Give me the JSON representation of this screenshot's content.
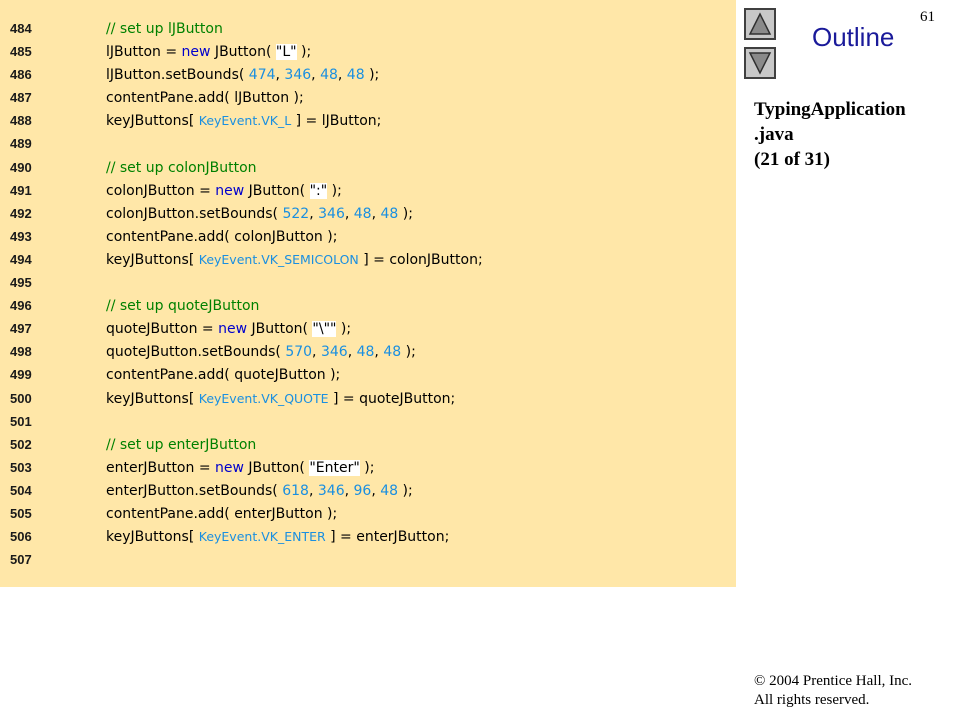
{
  "slide": {
    "number": "61",
    "outline_label": "Outline",
    "file_info": {
      "name": "TypingApplication",
      "ext": ".java",
      "part": "(21 of 31)"
    },
    "copyright": {
      "line1": "© 2004 Prentice Hall, Inc.",
      "line2": "All rights reserved."
    },
    "nav": {
      "up_icon": "triangle-up-icon",
      "down_icon": "triangle-down-icon"
    }
  },
  "code": {
    "lines": [
      {
        "n": "484",
        "tokens": [
          {
            "t": "// set up lJButton",
            "c": "cmt"
          }
        ]
      },
      {
        "n": "485",
        "tokens": [
          {
            "t": "lJButton = ",
            "c": ""
          },
          {
            "t": "new",
            "c": "kw"
          },
          {
            "t": " JButton( ",
            "c": ""
          },
          {
            "t": "\"L\"",
            "c": "str"
          },
          {
            "t": " );",
            "c": ""
          }
        ]
      },
      {
        "n": "486",
        "tokens": [
          {
            "t": "lJButton.setBounds( ",
            "c": ""
          },
          {
            "t": "474",
            "c": "num"
          },
          {
            "t": ", ",
            "c": ""
          },
          {
            "t": "346",
            "c": "num"
          },
          {
            "t": ", ",
            "c": ""
          },
          {
            "t": "48",
            "c": "num"
          },
          {
            "t": ", ",
            "c": ""
          },
          {
            "t": "48",
            "c": "num"
          },
          {
            "t": " );",
            "c": ""
          }
        ]
      },
      {
        "n": "487",
        "tokens": [
          {
            "t": "contentPane.add( lJButton );",
            "c": ""
          }
        ]
      },
      {
        "n": "488",
        "tokens": [
          {
            "t": "keyJButtons[ ",
            "c": ""
          },
          {
            "t": "KeyEvent.VK_L",
            "c": "key"
          },
          {
            "t": " ] = lJButton;",
            "c": ""
          }
        ]
      },
      {
        "n": "489",
        "tokens": []
      },
      {
        "n": "490",
        "tokens": [
          {
            "t": "// set up colonJButton",
            "c": "cmt"
          }
        ]
      },
      {
        "n": "491",
        "tokens": [
          {
            "t": "colonJButton = ",
            "c": ""
          },
          {
            "t": "new",
            "c": "kw"
          },
          {
            "t": " JButton( ",
            "c": ""
          },
          {
            "t": "\":\"",
            "c": "str"
          },
          {
            "t": " );",
            "c": ""
          }
        ]
      },
      {
        "n": "492",
        "tokens": [
          {
            "t": "colonJButton.setBounds( ",
            "c": ""
          },
          {
            "t": "522",
            "c": "num"
          },
          {
            "t": ", ",
            "c": ""
          },
          {
            "t": "346",
            "c": "num"
          },
          {
            "t": ", ",
            "c": ""
          },
          {
            "t": "48",
            "c": "num"
          },
          {
            "t": ", ",
            "c": ""
          },
          {
            "t": "48",
            "c": "num"
          },
          {
            "t": " );",
            "c": ""
          }
        ]
      },
      {
        "n": "493",
        "tokens": [
          {
            "t": "contentPane.add( colonJButton );",
            "c": ""
          }
        ]
      },
      {
        "n": "494",
        "tokens": [
          {
            "t": "keyJButtons[ ",
            "c": ""
          },
          {
            "t": "KeyEvent.VK_SEMICOLON",
            "c": "key"
          },
          {
            "t": " ] = colonJButton;",
            "c": ""
          }
        ]
      },
      {
        "n": "495",
        "tokens": []
      },
      {
        "n": "496",
        "tokens": [
          {
            "t": "// set up quoteJButton",
            "c": "cmt"
          }
        ]
      },
      {
        "n": "497",
        "tokens": [
          {
            "t": "quoteJButton = ",
            "c": ""
          },
          {
            "t": "new",
            "c": "kw"
          },
          {
            "t": " JButton( ",
            "c": ""
          },
          {
            "t": "\"\\\"\"",
            "c": "str"
          },
          {
            "t": " );",
            "c": ""
          }
        ]
      },
      {
        "n": "498",
        "tokens": [
          {
            "t": "quoteJButton.setBounds( ",
            "c": ""
          },
          {
            "t": "570",
            "c": "num"
          },
          {
            "t": ", ",
            "c": ""
          },
          {
            "t": "346",
            "c": "num"
          },
          {
            "t": ", ",
            "c": ""
          },
          {
            "t": "48",
            "c": "num"
          },
          {
            "t": ", ",
            "c": ""
          },
          {
            "t": "48",
            "c": "num"
          },
          {
            "t": " );",
            "c": ""
          }
        ]
      },
      {
        "n": "499",
        "tokens": [
          {
            "t": "contentPane.add( quoteJButton );",
            "c": ""
          }
        ]
      },
      {
        "n": "500",
        "tokens": [
          {
            "t": "keyJButtons[ ",
            "c": ""
          },
          {
            "t": "KeyEvent.VK_QUOTE",
            "c": "key"
          },
          {
            "t": " ] = quoteJButton;",
            "c": ""
          }
        ]
      },
      {
        "n": "501",
        "tokens": []
      },
      {
        "n": "502",
        "tokens": [
          {
            "t": "// set up enterJButton",
            "c": "cmt"
          }
        ]
      },
      {
        "n": "503",
        "tokens": [
          {
            "t": "enterJButton = ",
            "c": ""
          },
          {
            "t": "new",
            "c": "kw"
          },
          {
            "t": " JButton( ",
            "c": ""
          },
          {
            "t": "\"Enter\"",
            "c": "str"
          },
          {
            "t": " );",
            "c": ""
          }
        ]
      },
      {
        "n": "504",
        "tokens": [
          {
            "t": "enterJButton.setBounds( ",
            "c": ""
          },
          {
            "t": "618",
            "c": "num"
          },
          {
            "t": ", ",
            "c": ""
          },
          {
            "t": "346",
            "c": "num"
          },
          {
            "t": ", ",
            "c": ""
          },
          {
            "t": "96",
            "c": "num"
          },
          {
            "t": ", ",
            "c": ""
          },
          {
            "t": "48",
            "c": "num"
          },
          {
            "t": " );",
            "c": ""
          }
        ]
      },
      {
        "n": "505",
        "tokens": [
          {
            "t": "contentPane.add( enterJButton );",
            "c": ""
          }
        ]
      },
      {
        "n": "506",
        "tokens": [
          {
            "t": "keyJButtons[ ",
            "c": ""
          },
          {
            "t": "KeyEvent.VK_ENTER",
            "c": "key"
          },
          {
            "t": " ] = enterJButton;",
            "c": ""
          }
        ]
      },
      {
        "n": "507",
        "tokens": []
      }
    ]
  }
}
